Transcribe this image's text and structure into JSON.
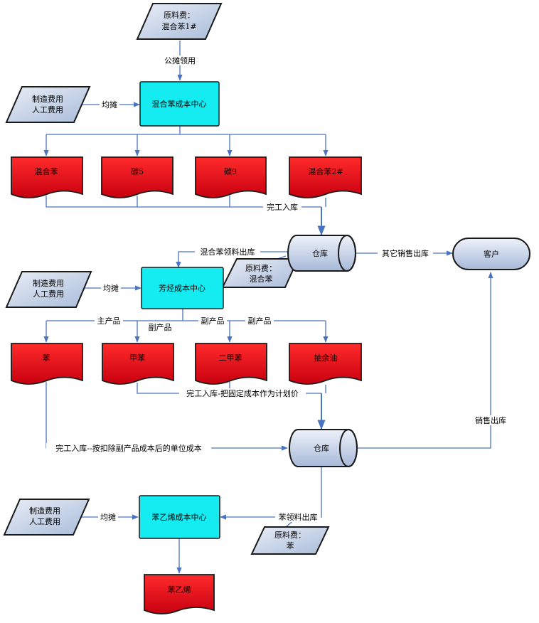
{
  "colors": {
    "wire": "#4a74c0",
    "center_fill": "#14ecf2",
    "product_fill": "#e8001a",
    "input_fill": "#b8c8e0"
  },
  "inputs": {
    "top_raw": [
      "原料费：",
      "混合苯1#"
    ],
    "mix_cost": [
      "制造费用",
      "人工费用"
    ],
    "aro_cost": [
      "制造费用",
      "人工费用"
    ],
    "sty_cost": [
      "制造费用",
      "人工费用"
    ],
    "mid_raw": [
      "原料费：",
      "混合苯"
    ],
    "bottom_raw": [
      "原料费：",
      "苯"
    ]
  },
  "centers": {
    "mix": "混合苯成本中心",
    "aro": "芳烃成本中心",
    "sty": "苯乙烯成本中心"
  },
  "products": {
    "row1": [
      "混合苯",
      "碳5",
      "碳9",
      "混合苯2#"
    ],
    "row2": [
      "苯",
      "甲苯",
      "二甲苯",
      "抽余油"
    ],
    "styrene": "苯乙烯"
  },
  "storage": {
    "wh1": "仓库",
    "wh2": "仓库",
    "customer": "客户"
  },
  "flows": {
    "allocated_issue": "公摊领用",
    "share_mix": "均摊",
    "share_aro": "均摊",
    "share_sty": "均摊",
    "finished_row1": "完工入库",
    "mix_issue": "混合苯领料出库",
    "other_sales": "其它销售出库",
    "main_product": "主产品",
    "by_product_1": "副产品",
    "by_product_2": "副产品",
    "by_product_3": "副产品",
    "finished_row2": "完工入库-把固定成本作为计划价",
    "finished_benzene": "完工入库--按扣除副产品成本后的单位成本",
    "sales_out": "销售出库",
    "benzene_issue": "苯领料出库"
  }
}
